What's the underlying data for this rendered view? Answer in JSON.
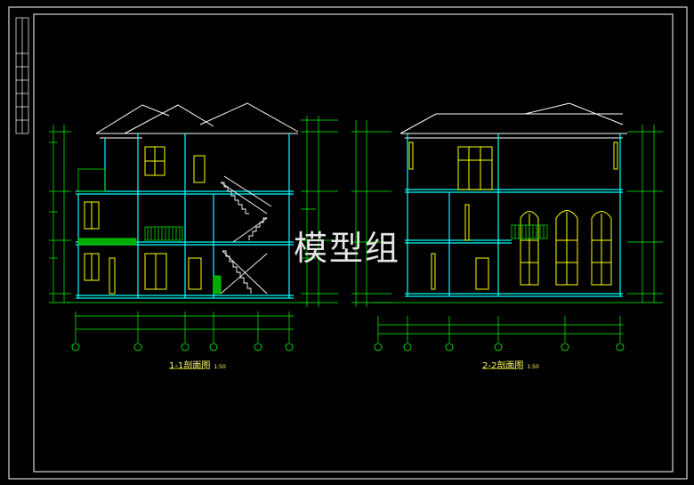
{
  "watermark": "模型组",
  "section_1": {
    "title": "1-1剖面图",
    "scale": "1:50"
  },
  "section_2": {
    "title": "2-2剖面图",
    "scale": "1:50"
  },
  "colors": {
    "background": "#000000",
    "frame": "#ffffff",
    "wall": "#00ffff",
    "dimension": "#00ff00",
    "window": "#ffff00",
    "roof": "#ffffff",
    "stair": "#ffffff",
    "railing": "#00dd00"
  }
}
